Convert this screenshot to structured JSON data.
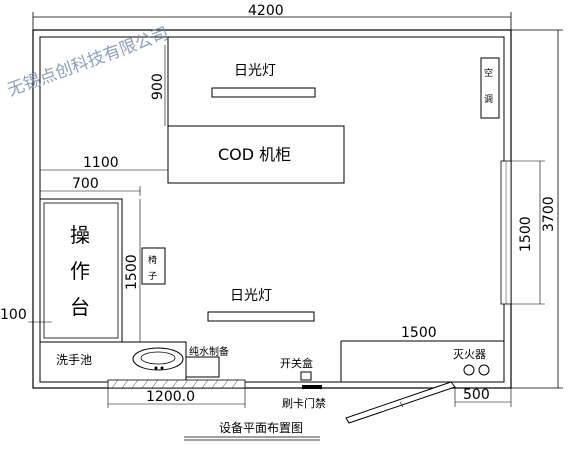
{
  "watermark": "无锡点创科技有限公司",
  "dimensions": {
    "overall_width": "4200",
    "overall_depth": "3700",
    "cabinet_offset_x": "1100",
    "cabinet_offset_y": "900",
    "bench_width": "700",
    "bench_length": "1500",
    "wall_offset": "100",
    "right_window_length": "1500",
    "bottom_right_length": "1500",
    "sink_span": "1200.0",
    "door_offset": "500"
  },
  "labels": {
    "light_top": "日光灯",
    "light_bottom": "日光灯",
    "cod_cabinet": "COD 机柜",
    "workbench": [
      "操",
      "作",
      "台"
    ],
    "chair": [
      "椅",
      "子"
    ],
    "sink": "洗手池",
    "water_purifier": "纯水制备",
    "switch_box": "开关盒",
    "card_door": "刷卡门禁",
    "extinguisher": "灭火器",
    "air_conditioner": [
      "空",
      "调"
    ],
    "title": "设备平面布置图"
  },
  "colors": {
    "line": "#000000",
    "watermark": "#7a8fb3"
  }
}
